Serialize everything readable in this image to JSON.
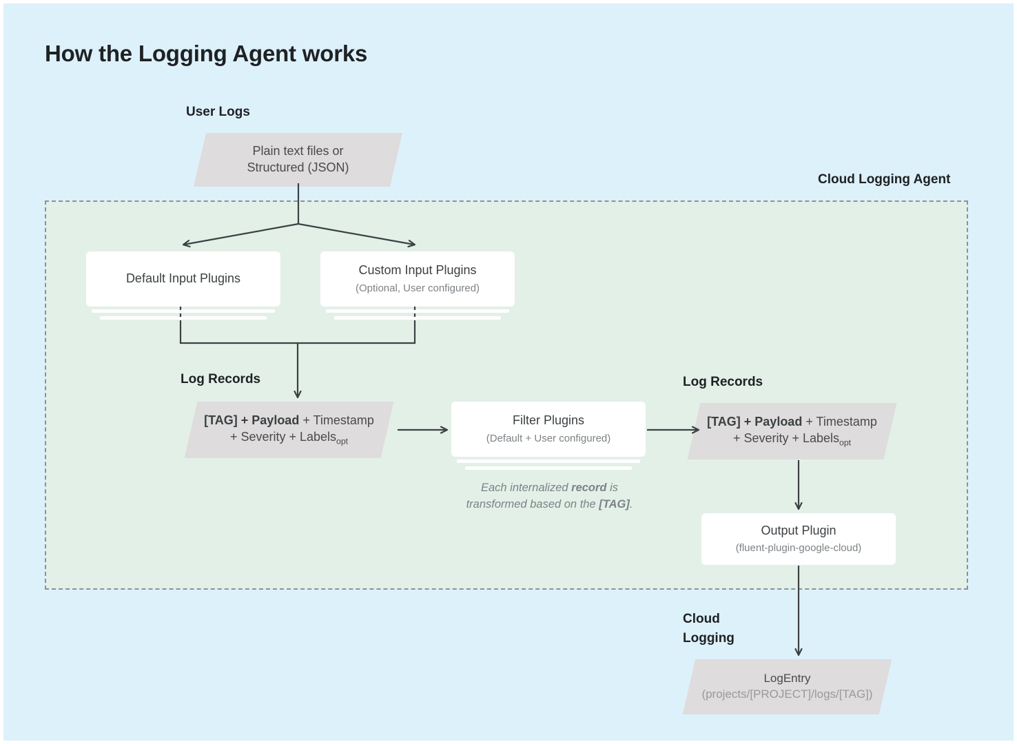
{
  "page": {
    "title": "How the Logging Agent works",
    "background_color": "#ddf1fb",
    "agent_region_color": "#e2f0e8",
    "node_fill_color": "#dedcdc"
  },
  "labels": {
    "user_logs": "User Logs",
    "cloud_logging_agent": "Cloud Logging Agent",
    "log_records_left": "Log Records",
    "log_records_right": "Log Records",
    "cloud_logging": "Cloud\nLogging",
    "cloud_logging_line1": "Cloud",
    "cloud_logging_line2": "Logging"
  },
  "nodes": {
    "user_logs_source": {
      "shape": "parallelogram",
      "line1": "Plain text files or",
      "line2": "Structured (JSON)"
    },
    "default_input_plugins": {
      "shape": "stacked-card",
      "title": "Default Input Plugins",
      "subtitle": ""
    },
    "custom_input_plugins": {
      "shape": "stacked-card",
      "title": "Custom Input Plugins",
      "subtitle": "(Optional, User configured)"
    },
    "log_record_left": {
      "shape": "parallelogram",
      "bold_part": "[TAG] + Payload",
      "rest_line1": " + Timestamp",
      "line2": "+ Severity + Labels",
      "subscript": "opt"
    },
    "filter_plugins": {
      "shape": "stacked-card",
      "title": "Filter Plugins",
      "subtitle": "(Default + User configured)"
    },
    "filter_caption": {
      "line1_pre": "Each internalized ",
      "line1_bold": "record",
      "line1_post": " is",
      "line2_pre": "transformed based on the ",
      "line2_bold": "[TAG]",
      "line2_post": "."
    },
    "log_record_right": {
      "shape": "parallelogram",
      "bold_part": "[TAG] + Payload",
      "rest_line1": " + Timestamp",
      "line2": "+ Severity + Labels",
      "subscript": "opt"
    },
    "output_plugin": {
      "shape": "card",
      "title": "Output Plugin",
      "subtitle": "(fluent-plugin-google-cloud)"
    },
    "log_entry": {
      "shape": "parallelogram",
      "title": "LogEntry",
      "subtitle": "(projects/[PROJECT]/logs/[TAG])"
    }
  }
}
